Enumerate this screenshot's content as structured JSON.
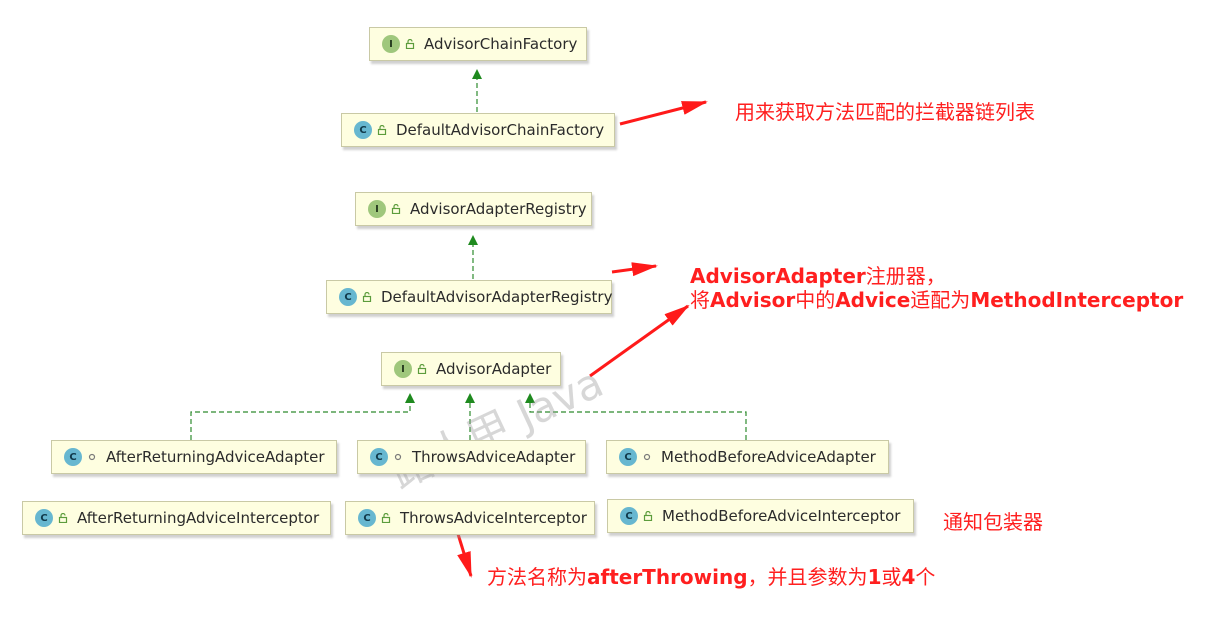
{
  "watermark": "路人甲 Java",
  "nodes": {
    "advisor_chain_factory": {
      "kind": "I",
      "name": "AdvisorChainFactory"
    },
    "default_advisor_chain_factory": {
      "kind": "C",
      "name": "DefaultAdvisorChainFactory"
    },
    "advisor_adapter_registry": {
      "kind": "I",
      "name": "AdvisorAdapterRegistry"
    },
    "default_advisor_adapter_registry": {
      "kind": "C",
      "name": "DefaultAdvisorAdapterRegistry"
    },
    "advisor_adapter": {
      "kind": "I",
      "name": "AdvisorAdapter"
    },
    "after_returning_advice_adapter": {
      "kind": "C",
      "name": "AfterReturningAdviceAdapter"
    },
    "throws_advice_adapter": {
      "kind": "C",
      "name": "ThrowsAdviceAdapter"
    },
    "method_before_advice_adapter": {
      "kind": "C",
      "name": "MethodBeforeAdviceAdapter"
    },
    "after_returning_advice_interceptor": {
      "kind": "C",
      "name": "AfterReturningAdviceInterceptor"
    },
    "throws_advice_interceptor": {
      "kind": "C",
      "name": "ThrowsAdviceInterceptor"
    },
    "method_before_advice_interceptor": {
      "kind": "C",
      "name": "MethodBeforeAdviceInterceptor"
    }
  },
  "notes": {
    "chain_factory": "用来获取方法匹配的拦截器链列表",
    "adapter_registry": {
      "line1_bold": "AdvisorAdapter",
      "line1_rest": "注册器，",
      "line2_a": "将",
      "line2_b": "Advisor",
      "line2_c": "中的",
      "line2_d": "Advice",
      "line2_e": "适配为",
      "line2_f": "MethodInterceptor"
    },
    "interceptors": "通知包装器",
    "throws": {
      "a": "方法名称为",
      "b": "afterThrowing",
      "c": "，并且参数为",
      "d": "1",
      "e": "或",
      "f": "4",
      "g": "个"
    }
  },
  "colors": {
    "node_fill": "#fefee0",
    "interface_badge": "#9fc77c",
    "class_badge": "#67b7d0",
    "implements_line": "#2e8b2e",
    "annotation": "#ff1f1f"
  }
}
